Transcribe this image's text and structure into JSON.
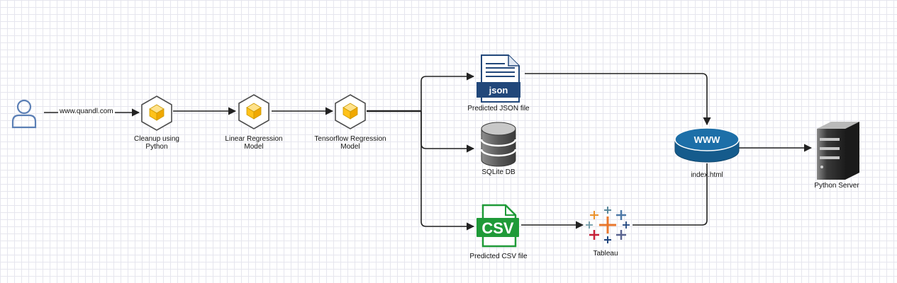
{
  "nodes": {
    "user": {
      "label": ""
    },
    "cleanup": {
      "label": "Cleanup using Python"
    },
    "linear": {
      "label": "Linear Regression Model"
    },
    "tensorflow": {
      "label": "Tensorflow Regression Model"
    },
    "json_file": {
      "label": "Predicted JSON file",
      "badge": "json"
    },
    "sqlite": {
      "label": "SQLite DB"
    },
    "csv_file": {
      "label": "Predicted CSV file",
      "badge": "CSV"
    },
    "tableau": {
      "label": "Tableau"
    },
    "www": {
      "label": "index.html",
      "badge": "WWW"
    },
    "server": {
      "label": "Python Server"
    }
  },
  "edges": {
    "user_to_cleanup": {
      "label": "www.quandl.com"
    }
  },
  "colors": {
    "user_icon": "#5b7fb5",
    "cube_fill": "#ffc21a",
    "cube_outline": "#4d4d4d",
    "json_badge": "#21477a",
    "db_fill": "#5c5c5c",
    "csv_green": "#1f9a38",
    "www_blue": "#155b8c",
    "server_dark": "#2b2b2b",
    "arrow": "#222222"
  },
  "icons": {
    "user": "person-outline-icon",
    "process": "cube-icon",
    "json": "json-file-icon",
    "db": "database-icon",
    "csv": "csv-file-icon",
    "tableau": "tableau-logo-icon",
    "www": "www-disc-icon",
    "server": "server-tower-icon"
  }
}
